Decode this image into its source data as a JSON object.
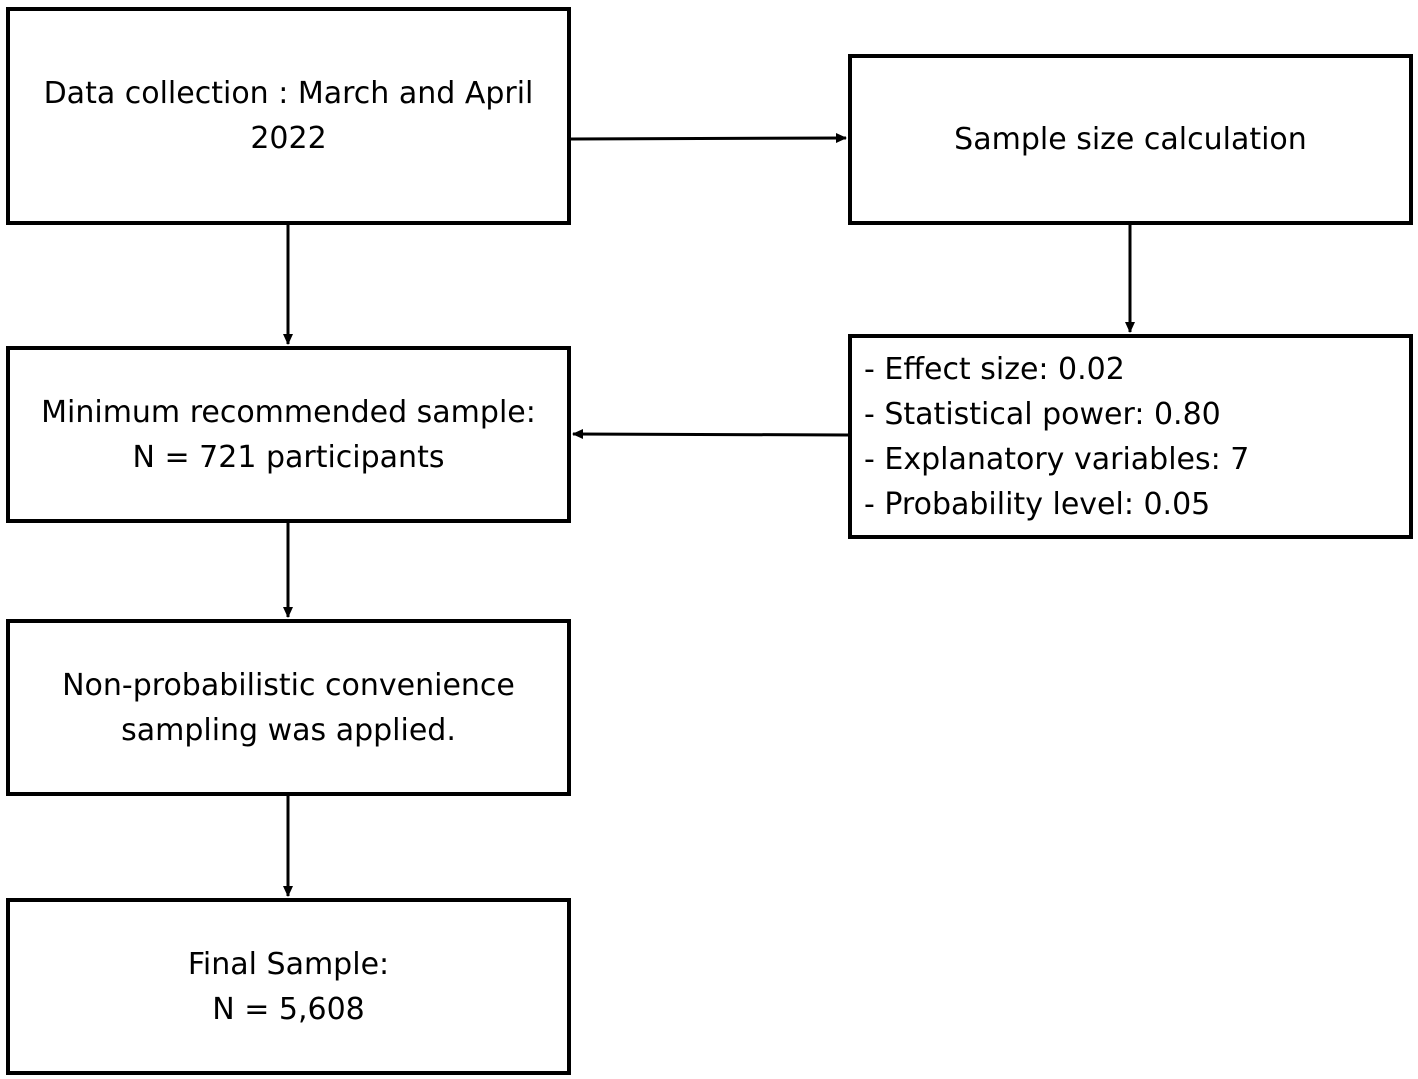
{
  "diagram": {
    "nodes": [
      {
        "id": "data-collection",
        "lines": [
          "Data collection : March and April",
          "2022"
        ]
      },
      {
        "id": "sample-size-calculation",
        "lines": [
          "Sample size calculation"
        ]
      },
      {
        "id": "minimum-sample",
        "lines": [
          "Minimum recommended sample:",
          "N = 721 participants"
        ]
      },
      {
        "id": "parameters",
        "lines": [
          "- Effect size: 0.02",
          "- Statistical power: 0.80",
          "- Explanatory variables: 7",
          "- Probability level: 0.05"
        ]
      },
      {
        "id": "sampling-method",
        "lines": [
          "Non-probabilistic convenience",
          "sampling was applied."
        ]
      },
      {
        "id": "final-sample",
        "lines": [
          "Final Sample:",
          "N = 5,608"
        ]
      }
    ],
    "edges": [
      {
        "from": "data-collection",
        "to": "sample-size-calculation"
      },
      {
        "from": "data-collection",
        "to": "minimum-sample"
      },
      {
        "from": "sample-size-calculation",
        "to": "parameters"
      },
      {
        "from": "parameters",
        "to": "minimum-sample"
      },
      {
        "from": "minimum-sample",
        "to": "sampling-method"
      },
      {
        "from": "sampling-method",
        "to": "final-sample"
      }
    ]
  }
}
